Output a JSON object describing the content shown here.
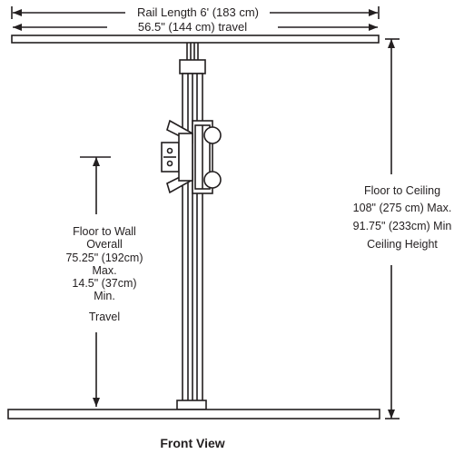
{
  "diagram": {
    "rail_label": {
      "line1": "Rail Length 6' (183 cm)",
      "line2": "56.5\"  (144 cm) travel"
    },
    "floor_to_ceiling": {
      "lines": [
        "Floor to Ceiling",
        "108\" (275 cm) Max.",
        "91.75\" (233cm) Min",
        "Ceiling Height"
      ]
    },
    "floor_to_wall": {
      "lines": [
        "Floor to Wall",
        "Overall",
        "75.25\" (192cm)",
        "Max.",
        "14.5\" (37cm)",
        "Min.",
        "Travel"
      ]
    },
    "caption": "Front View",
    "colors": {
      "ink": "#231f20",
      "fill": "#ffffff"
    }
  }
}
